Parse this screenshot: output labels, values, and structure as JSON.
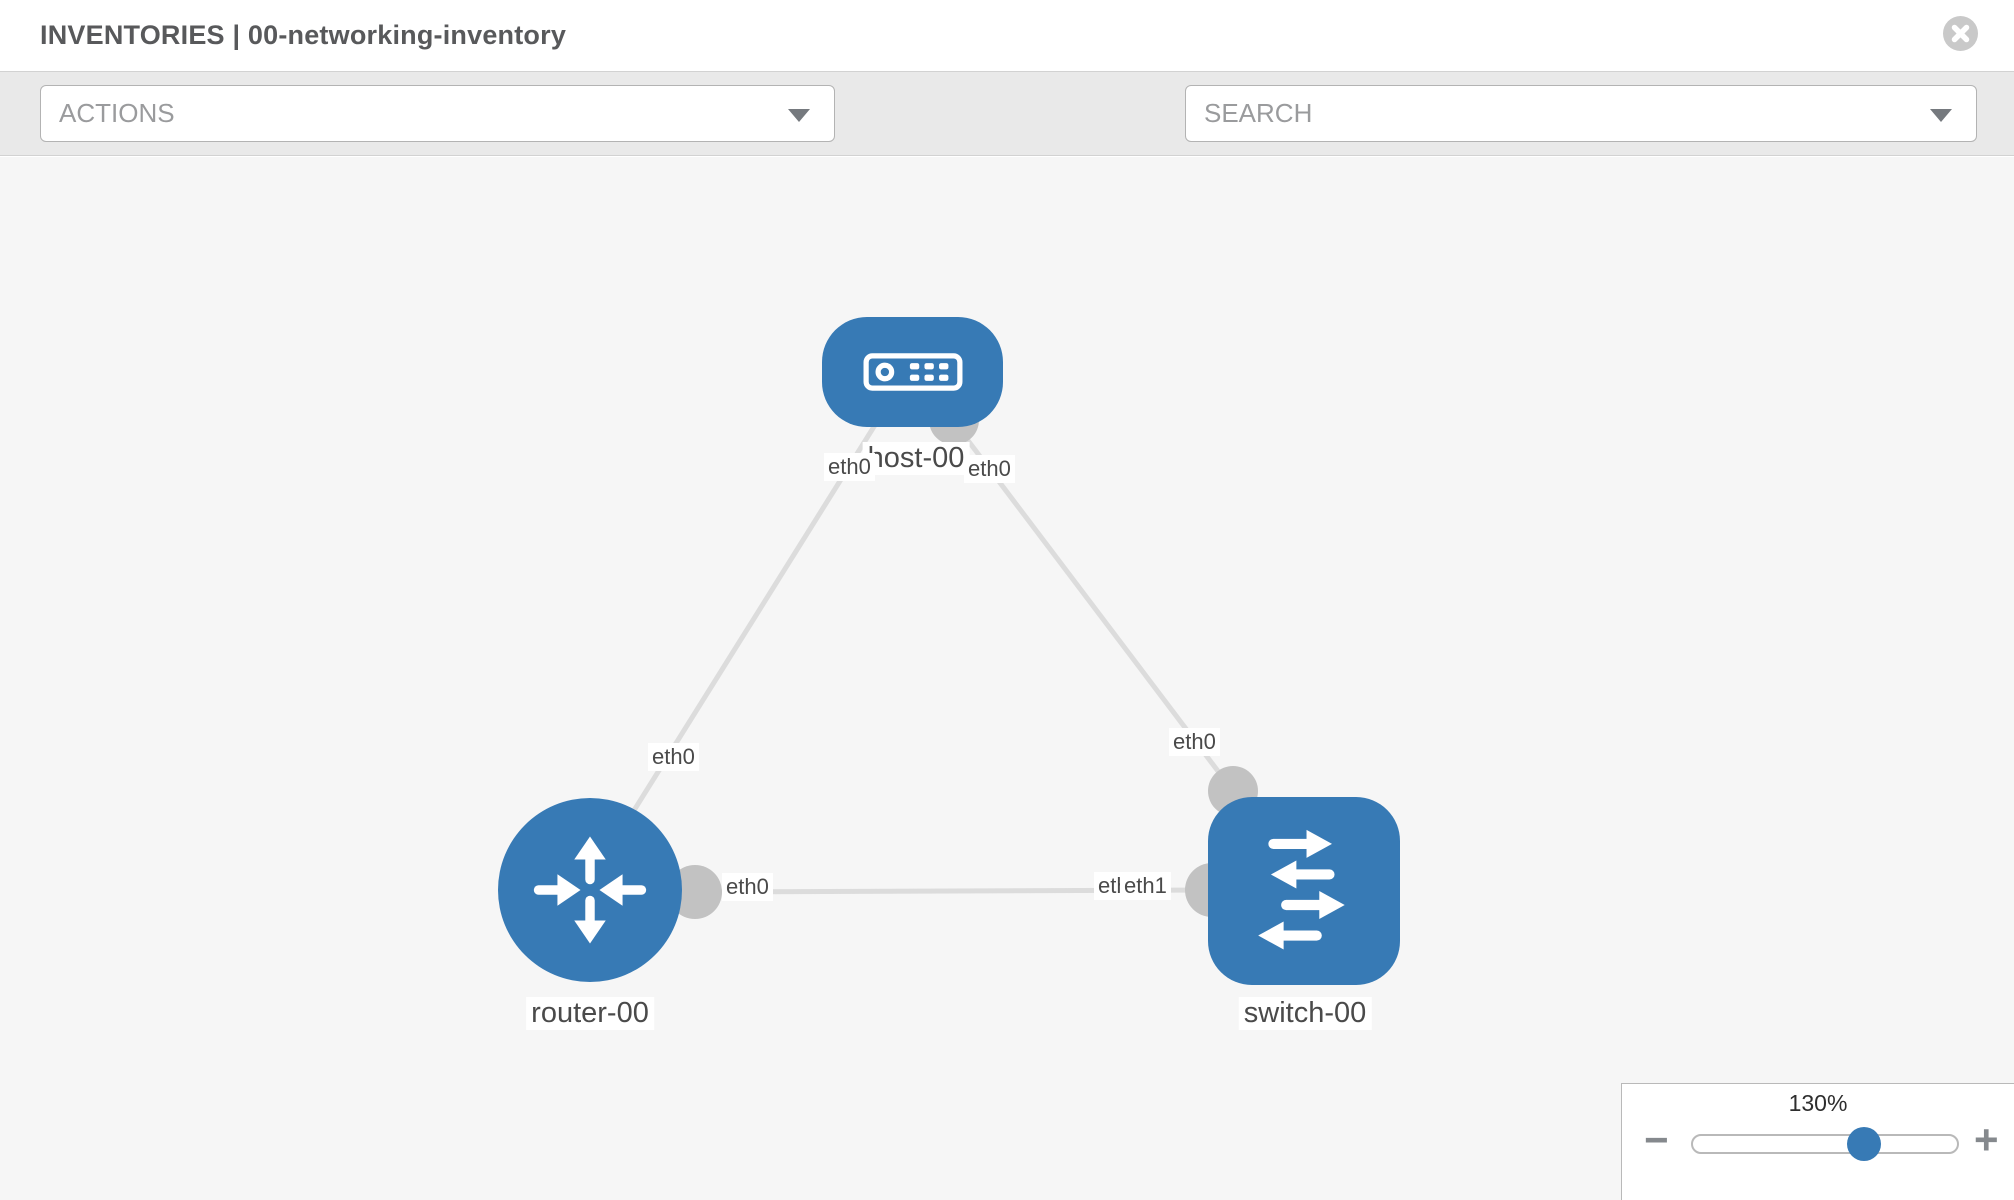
{
  "header": {
    "title": "INVENTORIES | 00-networking-inventory"
  },
  "toolbar": {
    "actions_dropdown": {
      "value": "ACTIONS"
    },
    "search_dropdown": {
      "value": "SEARCH"
    },
    "icons": [
      "wrench-icon",
      "key-icon"
    ]
  },
  "topology": {
    "type": "network-diagram",
    "nodes": [
      {
        "name": "host-00",
        "type": "host",
        "shape": "rounded-rect",
        "color": "#377ab5"
      },
      {
        "name": "router-00",
        "type": "router",
        "shape": "circle",
        "color": "#377ab5"
      },
      {
        "name": "switch-00",
        "type": "switch",
        "shape": "rounded-square",
        "color": "#377ab5"
      }
    ],
    "links": [
      {
        "source": "host-00",
        "source_interface": "eth0",
        "target": "router-00",
        "target_interface": "eth0"
      },
      {
        "source": "host-00",
        "source_interface": "eth0",
        "target": "switch-00",
        "target_interface": "eth0"
      },
      {
        "source": "router-00",
        "source_interface": "eth0",
        "target": "switch-00",
        "target_interface": "eth1"
      }
    ],
    "labels": {
      "host": "host-00",
      "router": "router-00",
      "switch": "switch-00",
      "host_if_left": "eth0",
      "host_if_right": "eth0",
      "router_if_top": "eth0",
      "router_if_right": "eth0",
      "switch_if_top": "eth0",
      "switch_if_left_hidden": "eth0",
      "switch_if_left": "eth1"
    }
  },
  "zoom_control": {
    "level": "130%",
    "minus_label": "−",
    "plus_label": "+"
  },
  "colors": {
    "node_blue": "#377ab5",
    "link_gray": "#dcdcdc",
    "interface_gray": "#c2c2c2",
    "toolbar_bg": "#e9e9e9",
    "canvas_bg": "#f6f6f6",
    "label_text": "#4a4a4a"
  }
}
